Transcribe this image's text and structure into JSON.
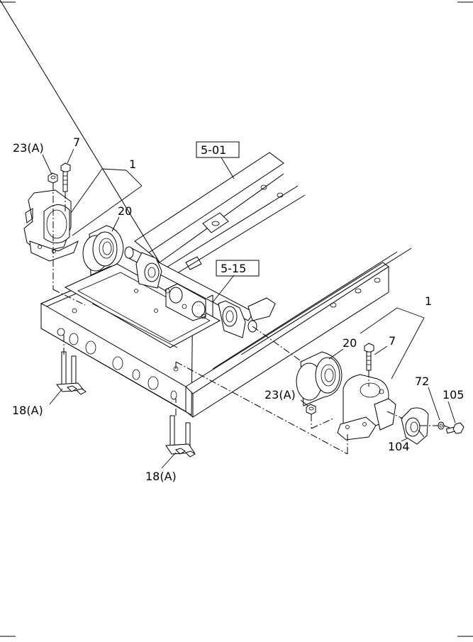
{
  "labels": {
    "nut_23a_top": "23(A)",
    "bolt_7_top": "7",
    "bracket_1_top": "1",
    "bushing_20_top": "20",
    "ref_5_01": "5-01",
    "ref_5_15": "5-15",
    "bracket_1_right": "1",
    "bushing_20_right": "20",
    "bolt_7_right": "7",
    "washer_72": "72",
    "bolt_105": "105",
    "nut_23a_right": "23(A)",
    "cap_104": "104",
    "bolt_18a_left": "18(A)",
    "bolt_18a_bottom": "18(A)"
  }
}
